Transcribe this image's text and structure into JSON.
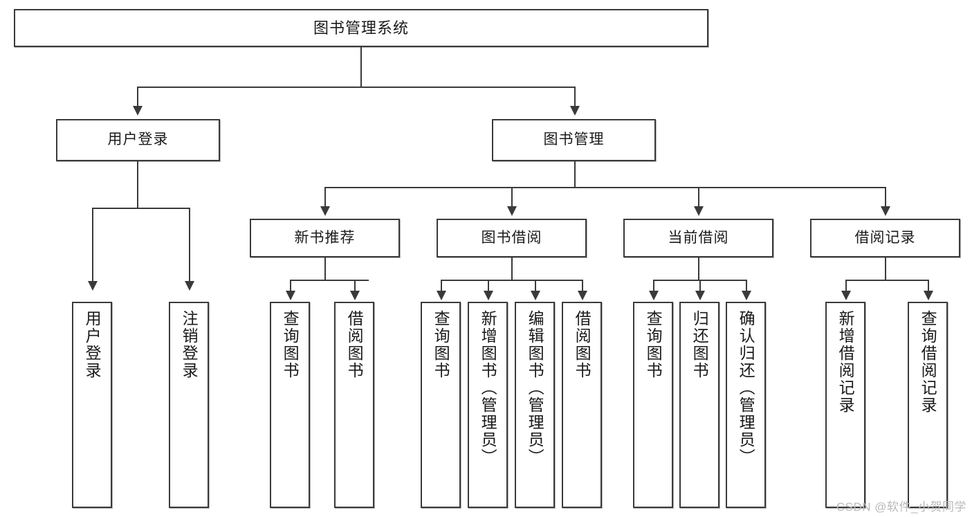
{
  "diagram": {
    "type": "tree",
    "title": "图书管理系统",
    "orientation": "top-down",
    "colors": {
      "stroke": "#3a3a3a",
      "fill": "#ffffff",
      "text": "#1a1a1a",
      "watermark": "#b9b9b9"
    },
    "root": {
      "id": "root",
      "label": "图书管理系统"
    },
    "level1": [
      {
        "id": "user-login",
        "label": "用户登录"
      },
      {
        "id": "book-manage",
        "label": "图书管理"
      }
    ],
    "level2": [
      {
        "id": "new-book-recommend",
        "label": "新书推荐",
        "parent": "book-manage"
      },
      {
        "id": "book-borrow",
        "label": "图书借阅",
        "parent": "book-manage"
      },
      {
        "id": "current-borrow",
        "label": "当前借阅",
        "parent": "book-manage"
      },
      {
        "id": "borrow-record",
        "label": "借阅记录",
        "parent": "book-manage"
      }
    ],
    "leaves": [
      {
        "id": "leaf-user-login",
        "label": "用户登录",
        "parent": "user-login"
      },
      {
        "id": "leaf-user-logout",
        "label": "注销登录",
        "parent": "user-login"
      },
      {
        "id": "leaf-query-book-1",
        "label": "查询图书",
        "parent": "new-book-recommend"
      },
      {
        "id": "leaf-borrow-book-1",
        "label": "借阅图书",
        "parent": "new-book-recommend"
      },
      {
        "id": "leaf-query-book-2",
        "label": "查询图书",
        "parent": "book-borrow"
      },
      {
        "id": "leaf-add-book",
        "label": "新增图书（管理员）",
        "parent": "book-borrow"
      },
      {
        "id": "leaf-edit-book",
        "label": "编辑图书（管理员）",
        "parent": "book-borrow"
      },
      {
        "id": "leaf-borrow-book-2",
        "label": "借阅图书",
        "parent": "book-borrow"
      },
      {
        "id": "leaf-query-book-3",
        "label": "查询图书",
        "parent": "current-borrow"
      },
      {
        "id": "leaf-return-book",
        "label": "归还图书",
        "parent": "current-borrow"
      },
      {
        "id": "leaf-confirm-return",
        "label": "确认归还（管理员）",
        "parent": "current-borrow"
      },
      {
        "id": "leaf-add-record",
        "label": "新增借阅记录",
        "parent": "borrow-record"
      },
      {
        "id": "leaf-query-record",
        "label": "查询借阅记录",
        "parent": "borrow-record"
      }
    ]
  },
  "watermark": {
    "text": "CSDN @软件_小贺同学"
  }
}
